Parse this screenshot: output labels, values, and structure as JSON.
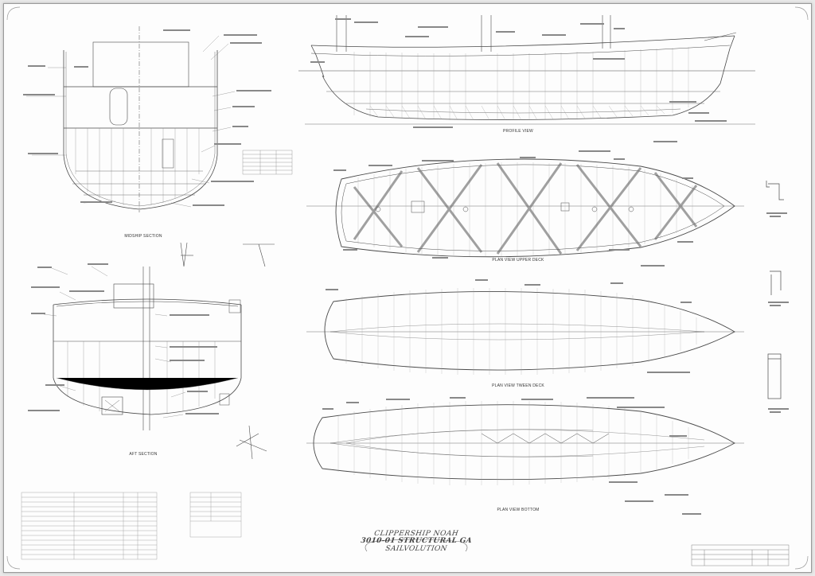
{
  "title_block": {
    "line1": "CLIPPERSHIP NOAH",
    "line2": "3010-01 STRUCTURAL GA",
    "line3": "SAILVOLUTION"
  },
  "views": {
    "profile": "PROFILE VIEW",
    "plan_upper": "PLAN VIEW UPPER DECK",
    "plan_tween": "PLAN VIEW TWEEN DECK",
    "plan_bottom": "PLAN VIEW BOTTOM",
    "section_midship": "MIDSHIP SECTION",
    "section_aft": "AFT SECTION"
  },
  "colors": {
    "line": "#4a4a4a",
    "sheet": "#fdfdfd"
  }
}
